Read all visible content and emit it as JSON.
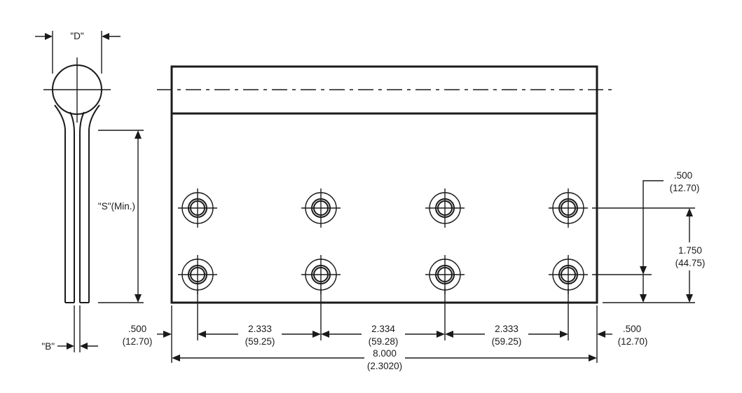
{
  "pin": {
    "d_label": "\"D\"",
    "s_label": "\"S\"(Min.)",
    "b_label": "\"B\""
  },
  "dimensions": {
    "top_right_offset": {
      "inch": ".500",
      "mm": "(12.70)"
    },
    "row_spacing": {
      "inch": "1.750",
      "mm": "(44.75)"
    },
    "left_offset": {
      "inch": ".500",
      "mm": "(12.70)"
    },
    "right_offset": {
      "inch": ".500",
      "mm": "(12.70)"
    },
    "spacing_1": {
      "inch": "2.333",
      "mm": "(59.25)"
    },
    "spacing_2": {
      "inch": "2.334",
      "mm": "(59.28)"
    },
    "spacing_3": {
      "inch": "2.333",
      "mm": "(59.25)"
    },
    "overall_length": {
      "inch": "8.000",
      "mm": "(2.3020)"
    }
  },
  "holes": {
    "columns": 4,
    "rows": 2
  }
}
